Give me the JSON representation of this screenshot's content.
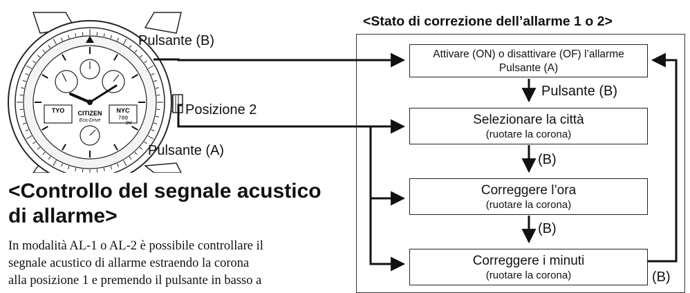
{
  "watch": {
    "brand": "CITIZEN",
    "model": "Eco-Drive",
    "left_window": "TYO",
    "right_window": "NYC",
    "right_digits": "700",
    "right_sub": "0H"
  },
  "labels": {
    "button_b": "Pulsante (B)",
    "position_2": "Posizione 2",
    "button_a": "Pulsante (A)"
  },
  "flow": {
    "title": "<Stato di correzione dell’allarme 1 o 2>",
    "box1": {
      "line1": "Attivare (ON) o disattivare (OF) l’allarme",
      "line2": "Pulsante (A)"
    },
    "arrow1_label": "Pulsante (B)",
    "box2": {
      "line1": "Selezionare la città",
      "line2": "(ruotare la corona)"
    },
    "arrow2_label": "(B)",
    "box3": {
      "line1": "Correggere l’ora",
      "line2": "(ruotare la corona)"
    },
    "arrow3_label": "(B)",
    "box4": {
      "line1": "Correggere i minuti",
      "line2": "(ruotare la corona)"
    },
    "return_label": "(B)"
  },
  "section": {
    "heading_line1": "<Controllo del segnale acustico",
    "heading_line2": "di allarme>",
    "paragraph_lines": [
      "In modalità AL-1 o AL-2 è possibile controllare il",
      "segnale acustico di allarme estraendo la corona",
      "alla posizione 1 e premendo il pulsante in basso a"
    ]
  }
}
